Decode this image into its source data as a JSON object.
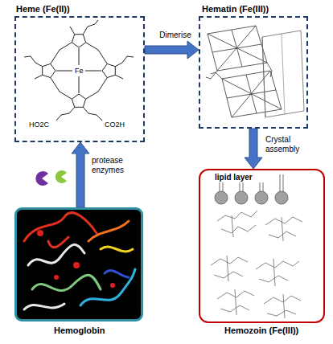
{
  "diagram": {
    "nodes": [
      {
        "text": [
          "Heme (Fe(II))"
        ]
      },
      {
        "text": [
          "Hematin (Fe(III))"
        ]
      },
      {
        "text": [
          "Hemoglobin"
        ]
      },
      {
        "text": [
          "Hemozoin (Fe(III))",
          "lipid layer"
        ]
      }
    ],
    "edges": [
      {
        "from": 0,
        "to": 1,
        "label": "Dimerise",
        "arrow": "to"
      },
      {
        "from": 2,
        "to": 0,
        "label": "protease enzymes",
        "arrow": "to"
      },
      {
        "from": 1,
        "to": 3,
        "label": "Crystal assembly",
        "arrow": "to"
      }
    ],
    "labels": [
      "Fe",
      "HO2C",
      "CO2H"
    ]
  }
}
